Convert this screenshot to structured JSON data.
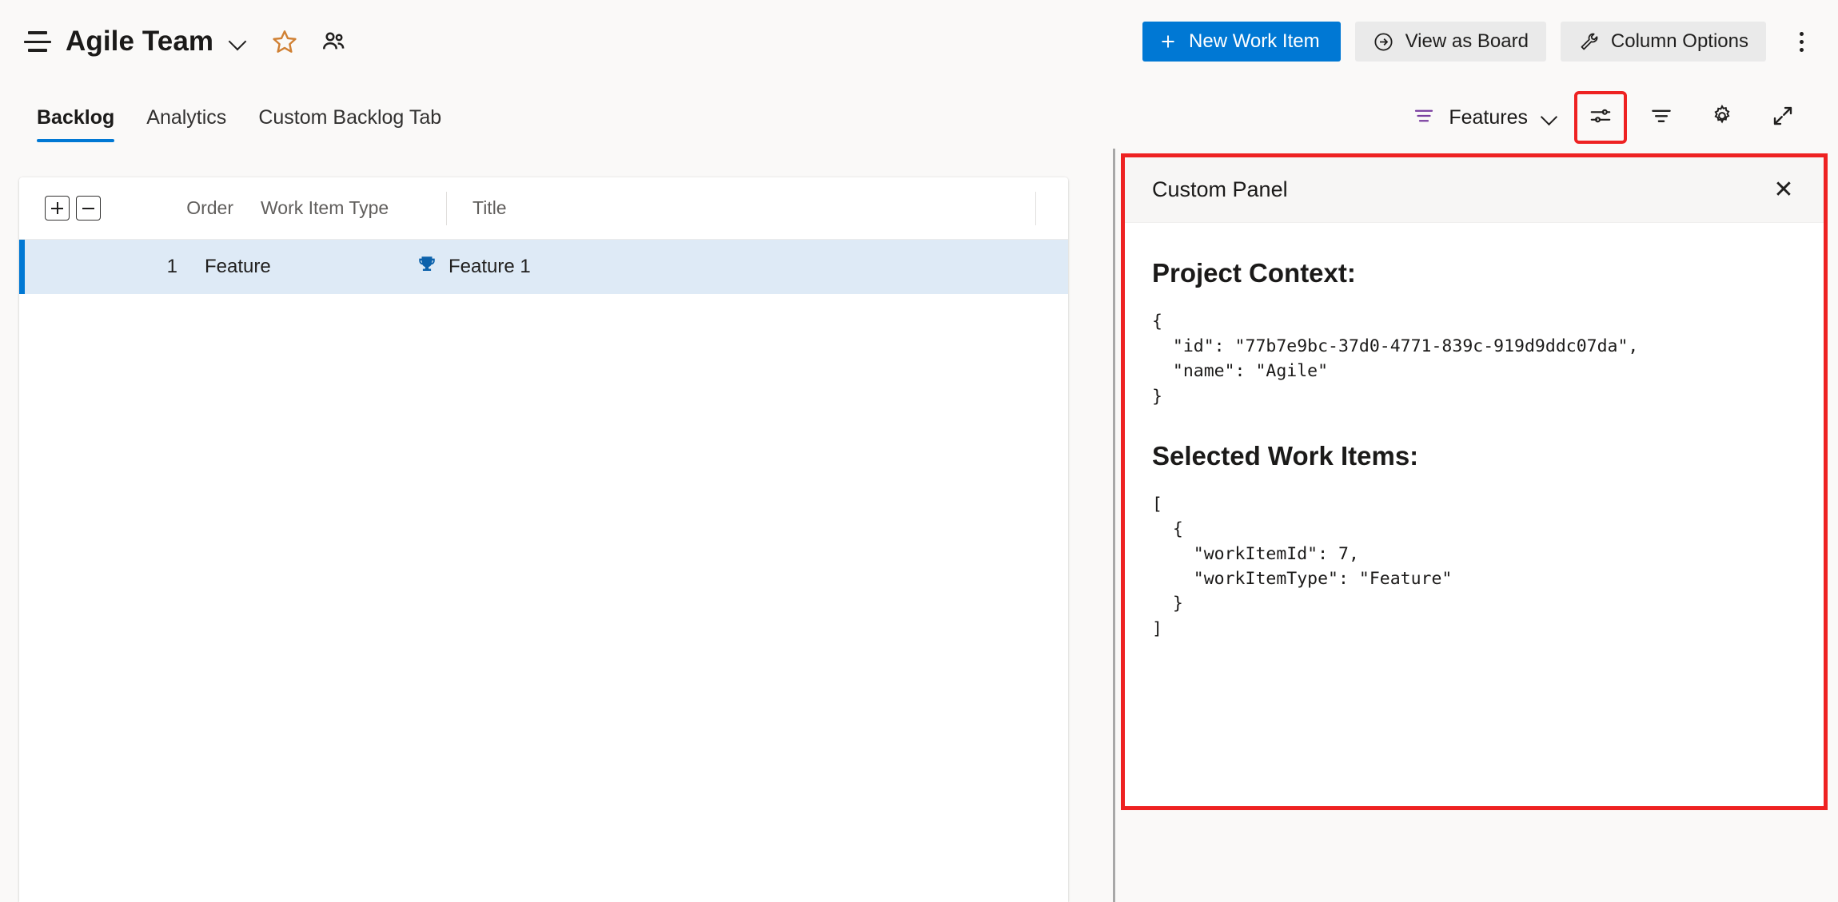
{
  "topbar": {
    "menu_icon": "hamburger-icon",
    "team_title": "Agile Team",
    "team_chevron_icon": "chevron-down-icon",
    "favorite_icon": "star-icon",
    "team_members_icon": "people-icon",
    "new_work_item_label": "New Work Item",
    "new_work_item_icon": "plus-icon",
    "view_as_board_label": "View as Board",
    "view_as_board_icon": "arrow-circle-right-icon",
    "column_options_label": "Column Options",
    "column_options_icon": "wrench-icon",
    "more_icon": "more-vertical-icon",
    "primary_color": "#0078d4",
    "button_bg": "#eaeaea",
    "star_color": "#d08033"
  },
  "tabs": [
    {
      "label": "Backlog",
      "active": true
    },
    {
      "label": "Analytics",
      "active": false
    },
    {
      "label": "Custom Backlog Tab",
      "active": false
    }
  ],
  "tabbar_right": {
    "level_icon": "backlog-levels-icon",
    "level_icon_color": "#7a3fa0",
    "level_label": "Features",
    "level_chevron_icon": "chevron-down-icon",
    "view_options_icon": "sliders-icon",
    "filter_icon": "filter-icon",
    "settings_icon": "gear-icon",
    "fullscreen_icon": "expand-diagonal-icon",
    "highlight_color": "#ee2222",
    "highlighted_control": "view-options-button"
  },
  "grid": {
    "expand_all_icon": "plus-square-icon",
    "collapse_all_icon": "minus-square-icon",
    "columns": [
      "Order",
      "Work Item Type",
      "Title"
    ],
    "rows": [
      {
        "order": "1",
        "work_item_type": "Feature",
        "title": "Feature 1",
        "type_icon": "trophy-icon",
        "type_icon_color": "#0d62ab",
        "selected": true
      }
    ],
    "selected_row_bg": "#deeaf6",
    "selected_row_accent": "#0078d4"
  },
  "panel": {
    "title": "Custom Panel",
    "close_icon": "close-icon",
    "border_color": "#ee2222",
    "sections": [
      {
        "heading": "Project Context:",
        "code": "{\n  \"id\": \"77b7e9bc-37d0-4771-839c-919d9ddc07da\",\n  \"name\": \"Agile\"\n}"
      },
      {
        "heading": "Selected Work Items:",
        "code": "[\n  {\n    \"workItemId\": 7,\n    \"workItemType\": \"Feature\"\n  }\n]"
      }
    ]
  }
}
